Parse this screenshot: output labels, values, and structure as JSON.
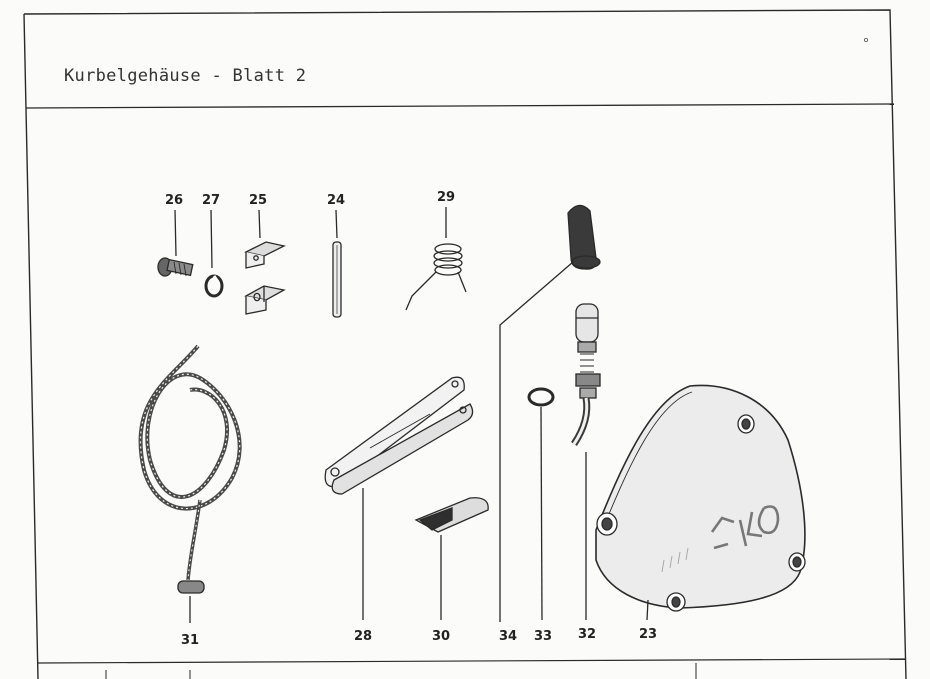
{
  "header": {
    "title": "Kurbelgehäuse - Blatt 2"
  },
  "parts": [
    {
      "id": "26",
      "desc": "screw"
    },
    {
      "id": "27",
      "desc": "spring washer"
    },
    {
      "id": "25",
      "desc": "bracket"
    },
    {
      "id": "24",
      "desc": "pin"
    },
    {
      "id": "29",
      "desc": "torsion spring"
    },
    {
      "id": "31",
      "desc": "starter rope"
    },
    {
      "id": "28",
      "desc": "lever"
    },
    {
      "id": "30",
      "desc": "clip"
    },
    {
      "id": "34",
      "desc": "rubber cap"
    },
    {
      "id": "33",
      "desc": "washer"
    },
    {
      "id": "32",
      "desc": "fitting"
    },
    {
      "id": "23",
      "desc": "crankcase cover"
    }
  ],
  "colors": {
    "line": "#2a2a2a",
    "fill_dark": "#3a3a3a",
    "paper": "#fbfbf9"
  }
}
